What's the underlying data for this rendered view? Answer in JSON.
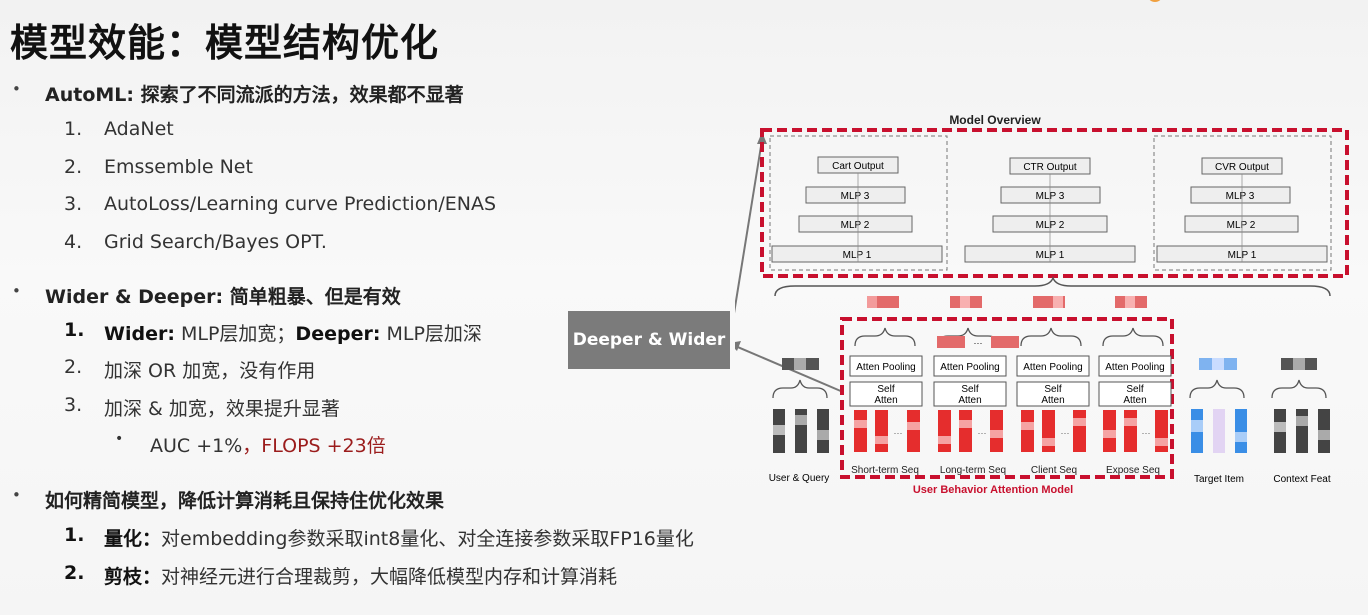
{
  "slide": {
    "title": "模型效能：模型结构优化"
  },
  "sections": [
    {
      "heading_bold": "AutoML:",
      "heading_rest": " 探索了不同流派的方法，效果都不显著",
      "items": [
        "AdaNet",
        "Emssemble Net",
        "AutoLoss/Learning curve Prediction/ENAS",
        "Grid Search/Bayes OPT."
      ]
    },
    {
      "heading_bold": "Wider & Deeper:",
      "heading_rest": " 简单粗暴、但是有效",
      "item1": {
        "b1": "Wider:",
        "t1": " MLP层加宽；",
        "b2": "Deeper:",
        "t2": " MLP层加深"
      },
      "item2": "加深 OR 加宽，没有作用",
      "item3": "加深 & 加宽，效果提升显著",
      "sub_black": "AUC +1%",
      "sub_red": "，FLOPS +23倍"
    },
    {
      "heading": "如何精简模型，降低计算消耗且保持住优化效果",
      "item1_bold": "量化：",
      "item1_rest": "对embedding参数采取int8量化、对全连接参数采取FP16量化",
      "item2_bold": "剪枝：",
      "item2_rest": "对神经元进行合理裁剪，大幅降低模型内存和计算消耗"
    }
  ],
  "numbers": [
    "1.",
    "2.",
    "3.",
    "4."
  ],
  "bullet": "•",
  "badge": "Deeper & Wider",
  "diagram": {
    "title": "Model Overview",
    "towers": [
      {
        "output": "Cart Output",
        "mlp3": "MLP 3",
        "mlp2": "MLP 2",
        "mlp1": "MLP 1"
      },
      {
        "output": "CTR Output",
        "mlp3": "MLP 3",
        "mlp2": "MLP 2",
        "mlp1": "MLP 1"
      },
      {
        "output": "CVR Output",
        "mlp3": "MLP 3",
        "mlp2": "MLP 2",
        "mlp1": "MLP 1"
      }
    ],
    "atten_pooling": "Atten Pooling",
    "self_atten_1": "Self",
    "self_atten_2": "Atten",
    "ellipsis": "···",
    "seq_labels": [
      "Short-term Seq",
      "Long-term Seq",
      "Client Seq",
      "Expose Seq"
    ],
    "user_query": "User & Query",
    "target_item": "Target Item",
    "context_feat": "Context Feat",
    "caption": "User Behavior Attention Model",
    "colors": {
      "accent_red": "#c8102e",
      "dark_red": "#9b1c1c",
      "badge_gray": "#7b7b7b"
    }
  }
}
